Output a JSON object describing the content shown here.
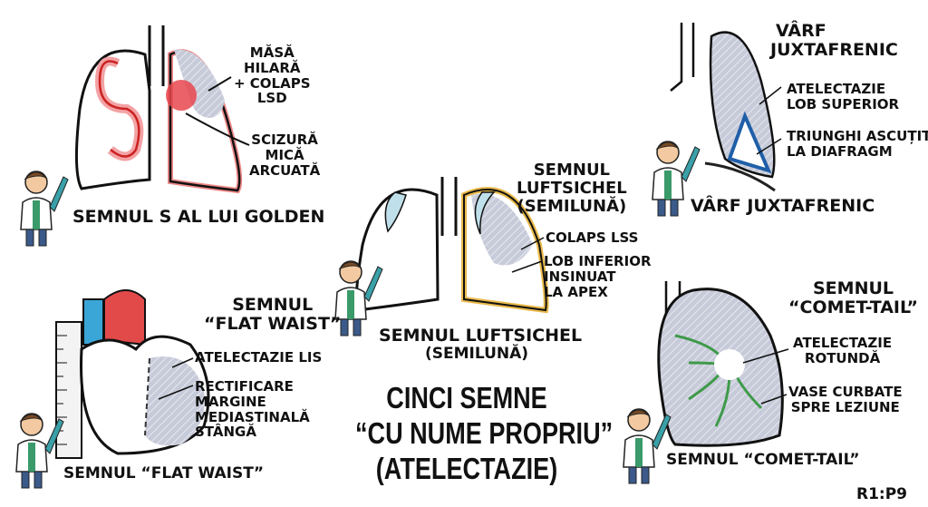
{
  "panels": {
    "golden": {
      "label_mass": [
        "MĂSĂ",
        "HILARĂ",
        "+ COLAPS",
        "LSD"
      ],
      "label_fissure": [
        "SCIZURĂ",
        "MICĂ",
        "ARCUATĂ"
      ],
      "caption": "SEMNUL S AL LUI GOLDEN"
    },
    "juxtaphrenic": {
      "title": [
        "VÂRF",
        "JUXTAFRENIC"
      ],
      "label_upper": [
        "ATELECTAZIE",
        "LOB SUPERIOR"
      ],
      "label_triangle": [
        "TRIUNGHI ASCUȚIT",
        "LA DIAFRAGM"
      ],
      "caption": "VÂRF JUXTAFRENIC"
    },
    "luftsichel": {
      "title": [
        "SEMNUL",
        "LUFTSICHEL",
        "(SEMILUNĂ)"
      ],
      "label_lss": "COLAPS LSS",
      "label_lobe": [
        "LOB INFERIOR",
        "INSINUAT",
        "LA APEX"
      ],
      "caption": [
        "SEMNUL LUFTSICHEL",
        "(SEMILUNĂ)"
      ]
    },
    "flat_waist": {
      "title": [
        "SEMNUL",
        "“FLAT WAIST”"
      ],
      "label_lis": "ATELECTAZIE LIS",
      "label_margin": [
        "RECTIFICARE",
        "MARGINE",
        "MEDIASTINALĂ",
        "STÂNGĂ"
      ],
      "caption": "SEMNUL “FLAT WAIST”"
    },
    "comet_tail": {
      "title": [
        "SEMNUL",
        "“COMET-TAIL”"
      ],
      "label_round": [
        "ATELECTAZIE",
        "ROTUNDĂ"
      ],
      "label_vessels": [
        "VASE CURBATE",
        "SPRE LEZIUNE"
      ],
      "caption": "SEMNUL “COMET-TAIL”"
    }
  },
  "main_title": [
    "CINCI SEMNE",
    "“CU NUME PROPRIU”",
    "(ATELECTAZIE)"
  ],
  "page_code": "R1:P9",
  "colors": {
    "collapse_fill": "#c7cbd9",
    "mass_red": "#e8474e",
    "crescent_yellow": "#e9b94a",
    "triangle_blue": "#1f5fa8",
    "vessel_green": "#3f9a4a",
    "heart_red": "#e24a4a",
    "heart_blue": "#3aa6d8"
  }
}
